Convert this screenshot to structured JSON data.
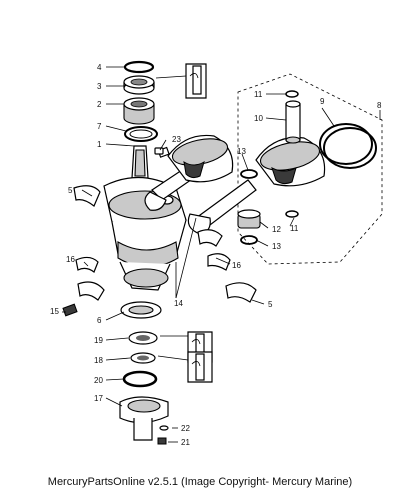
{
  "diagram": {
    "callouts": {
      "c1": "1",
      "c2": "2",
      "c3": "3",
      "c4": "4",
      "c5a": "5",
      "c5b": "5",
      "c6": "6",
      "c7": "7",
      "c8": "8",
      "c9": "9",
      "c10": "10",
      "c11a": "11",
      "c11b": "11",
      "c12": "12",
      "c13a": "13",
      "c13b": "13",
      "c14": "14",
      "c15": "15",
      "c16a": "16",
      "c16b": "16",
      "c17": "17",
      "c18": "18",
      "c19": "19",
      "c20": "20",
      "c21": "21",
      "c22": "22",
      "c23": "23"
    }
  },
  "footer": {
    "text": "MercuryPartsOnline v2.5.1 (Image Copyright- Mercury Marine)"
  }
}
